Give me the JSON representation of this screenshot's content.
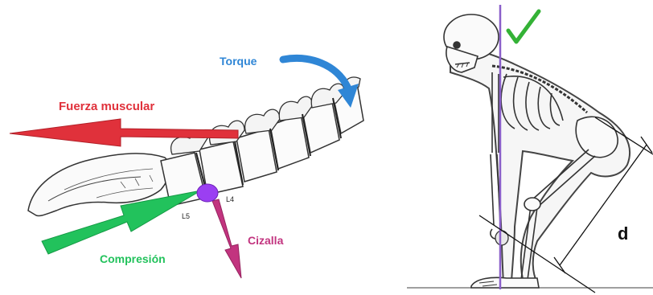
{
  "labels": {
    "torque": "Torque",
    "fuerza_muscular": "Fuerza muscular",
    "cizalla": "Cizalla",
    "compresion": "Compresión",
    "vertebra_l5": "L5",
    "vertebra_l4": "L4",
    "distance": "d"
  },
  "colors": {
    "torque": "#2f86d6",
    "fuerza_muscular": "#e0313b",
    "cizalla": "#c2347f",
    "compresion": "#22c25c",
    "axis_point": "#9b3ff2",
    "plumb_line": "#8a5fc9",
    "check_mark": "#34b236",
    "outline": "#333333"
  }
}
